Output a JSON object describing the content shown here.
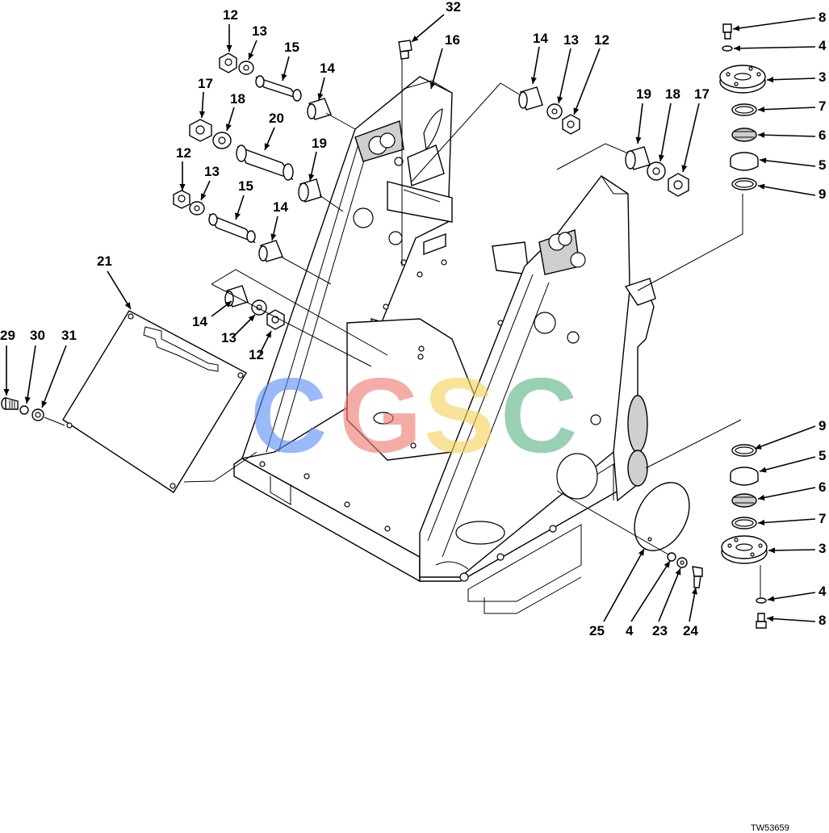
{
  "figure_id": "TW53659",
  "watermark": {
    "letters": [
      "C",
      "G",
      "S",
      "C"
    ],
    "colors": [
      "#5b8ff5",
      "#f07a72",
      "#f6d25a",
      "#5ab486"
    ]
  },
  "callouts": [
    "32",
    "12",
    "13",
    "15",
    "14",
    "16",
    "14",
    "13",
    "12",
    "17",
    "18",
    "20",
    "19",
    "19",
    "18",
    "17",
    "12",
    "13",
    "15",
    "14",
    "21",
    "14",
    "13",
    "12",
    "29",
    "30",
    "31",
    "8",
    "4",
    "3",
    "7",
    "6",
    "5",
    "9",
    "9",
    "5",
    "6",
    "7",
    "3",
    "4",
    "8",
    "25",
    "4",
    "23",
    "24"
  ]
}
